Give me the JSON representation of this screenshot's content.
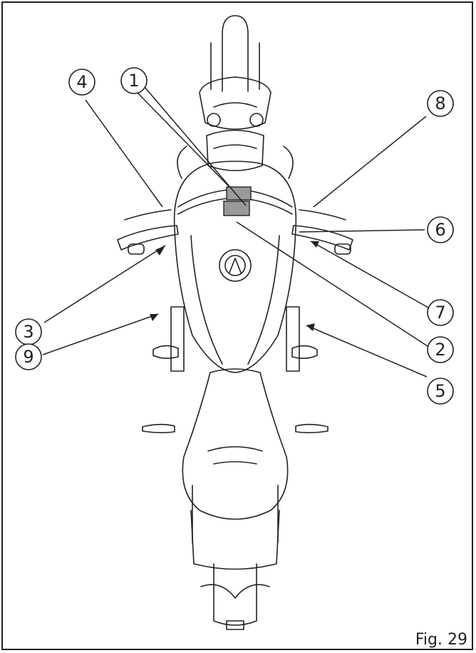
{
  "figure": {
    "label": "Fig. 29"
  },
  "callouts": [
    {
      "id": "c1",
      "label": "1"
    },
    {
      "id": "c2",
      "label": "2"
    },
    {
      "id": "c3",
      "label": "3"
    },
    {
      "id": "c4",
      "label": "4"
    },
    {
      "id": "c5",
      "label": "5"
    },
    {
      "id": "c6",
      "label": "6"
    },
    {
      "id": "c7",
      "label": "7"
    },
    {
      "id": "c8",
      "label": "8"
    },
    {
      "id": "c9",
      "label": "9"
    }
  ],
  "colors": {
    "line": "#222222",
    "fill": "#ffffff",
    "highlight": "#9a9a9a"
  }
}
